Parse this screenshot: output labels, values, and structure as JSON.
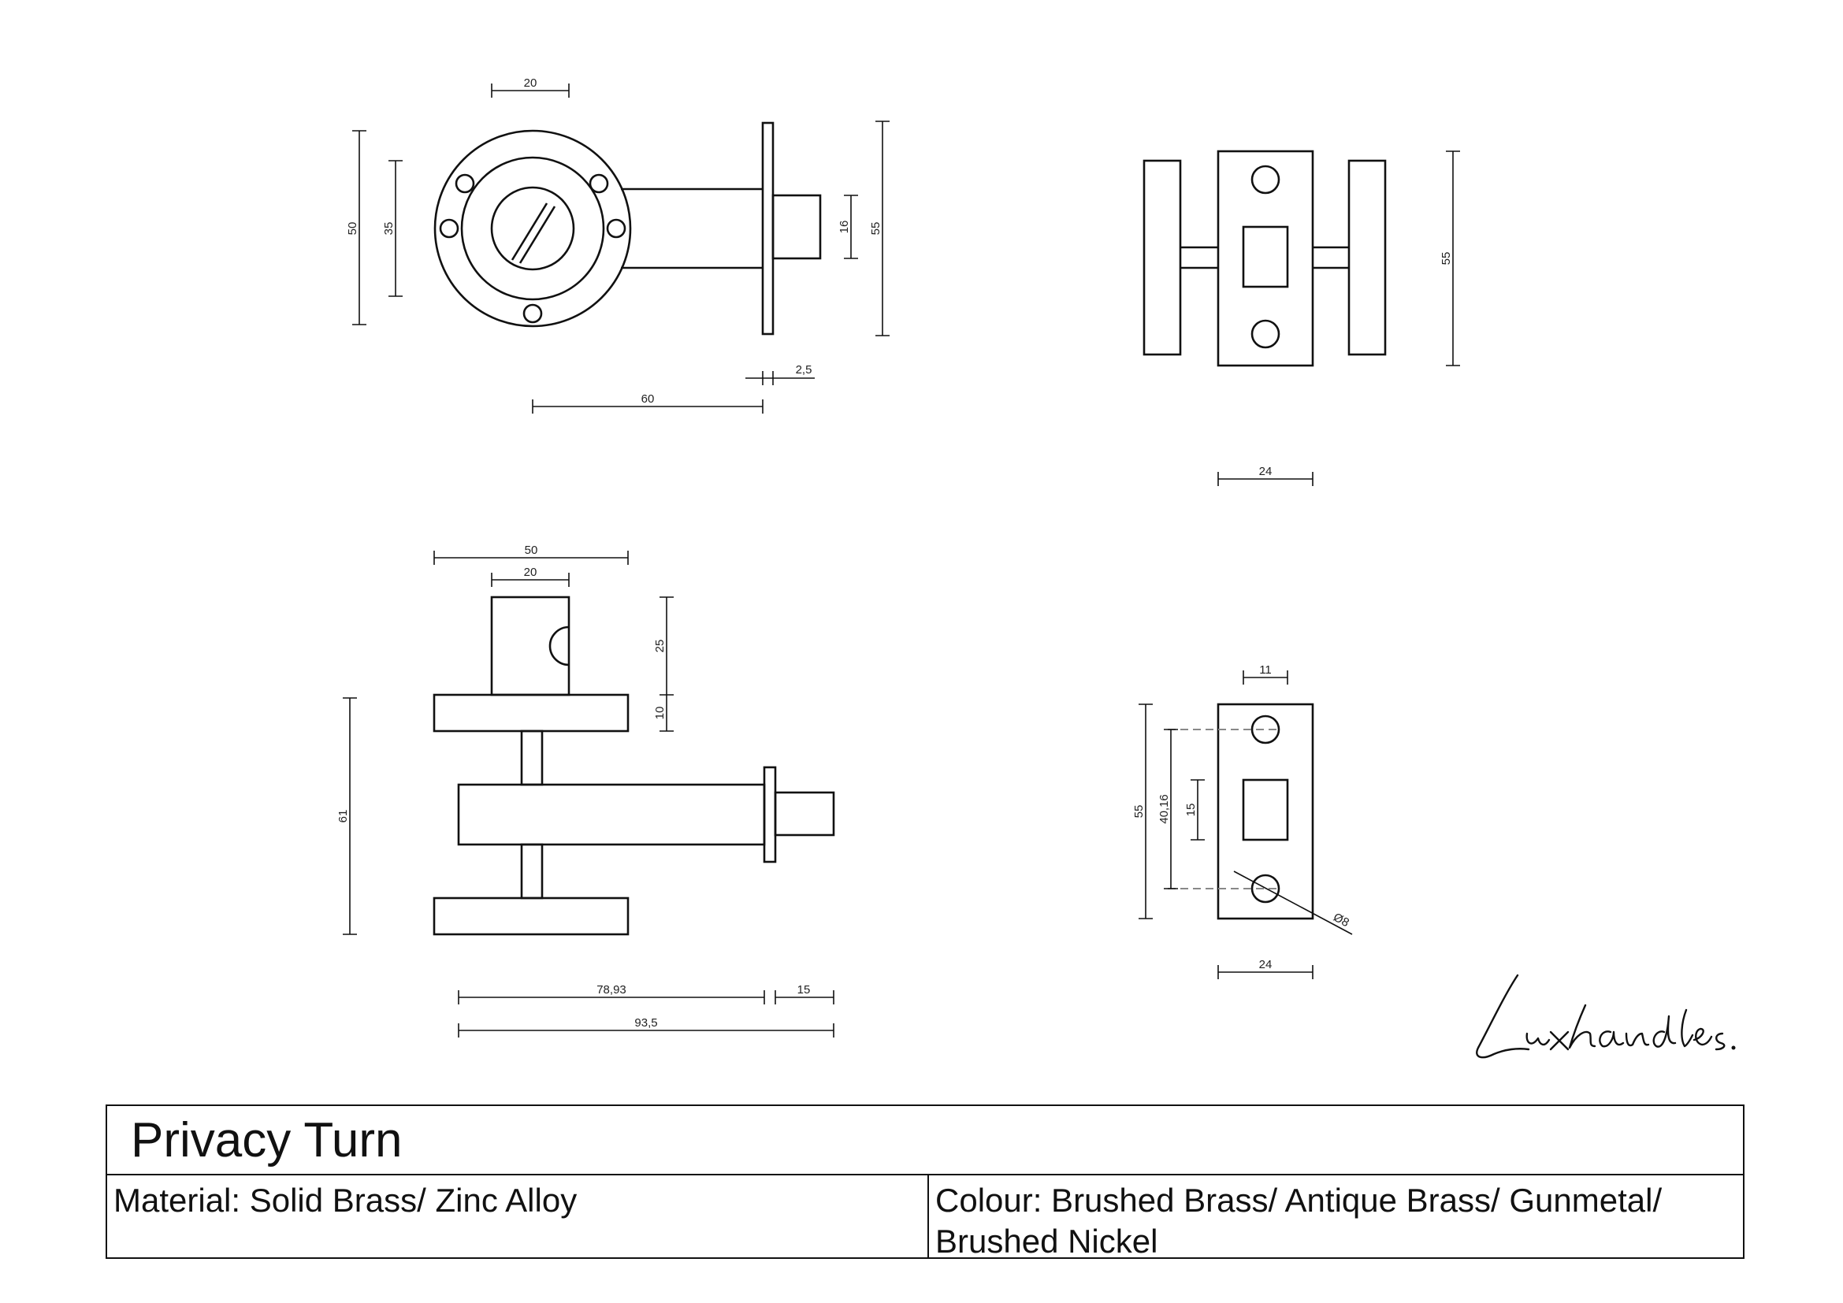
{
  "title": "Privacy Turn",
  "material": "Material: Solid Brass/ Zinc Alloy",
  "colour": "Colour: Brushed Brass/ Antique Brass/ Gunmetal/ Brushed Nickel",
  "colour_lines": [
    "Colour: Brushed Brass/ Antique Brass/ Gunmetal/",
    "Brushed Nickel"
  ],
  "brand_signature": "Luxhandles.",
  "views": {
    "front": {
      "dims": [
        "20",
        "50",
        "35",
        "16",
        "55",
        "2,5",
        "60"
      ]
    },
    "top": {
      "dims": [
        "55",
        "24"
      ]
    },
    "side": {
      "dims": [
        "50",
        "20",
        "25",
        "10",
        "61",
        "78,93",
        "15",
        "93,5"
      ]
    },
    "keep": {
      "dims": [
        "11",
        "55",
        "40,16",
        "15",
        "Ø8",
        "24"
      ]
    }
  }
}
